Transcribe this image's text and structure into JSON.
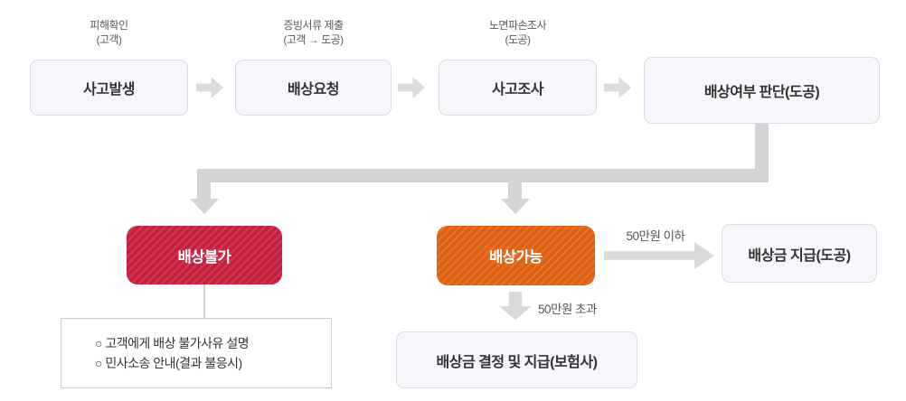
{
  "diagram_title": "",
  "colors": {
    "background": "#ffffff",
    "box_bg": "#f6f7fa",
    "box_border": "#d9dce2",
    "box_text": "#333333",
    "caption_text": "#595959",
    "arrow_gray": "#dcdcdc",
    "connector_gray": "#d4d4d4",
    "deny_red": "#c51f3e",
    "allow_orange": "#e05f10",
    "decision_text": "#ffffff"
  },
  "top_row": {
    "steps": [
      {
        "caption_line1": "피해확인",
        "caption_line2": "(고객)",
        "label": "사고발생"
      },
      {
        "caption_line1": "증빙서류 제출",
        "caption_line2": "(고객 → 도공)",
        "label": "배상요청"
      },
      {
        "caption_line1": "노면파손조사",
        "caption_line2": "(도공)",
        "label": "사고조사"
      },
      {
        "caption_line1": "",
        "caption_line2": "",
        "label": "배상여부 판단(도공)"
      }
    ]
  },
  "branches": {
    "deny": {
      "label": "배상불가"
    },
    "allow": {
      "label": "배상가능"
    }
  },
  "deny_details": {
    "items": [
      "○ 고객에게 배상 불가사유 설명",
      "○ 민사소송 안내(결과 불응시)"
    ]
  },
  "allow_right": {
    "condition": "50만원 이하",
    "label": "배상금 지급(도공)"
  },
  "allow_down": {
    "condition": "50만원 초과",
    "label": "배상금 결정 및 지급(보험사)"
  }
}
